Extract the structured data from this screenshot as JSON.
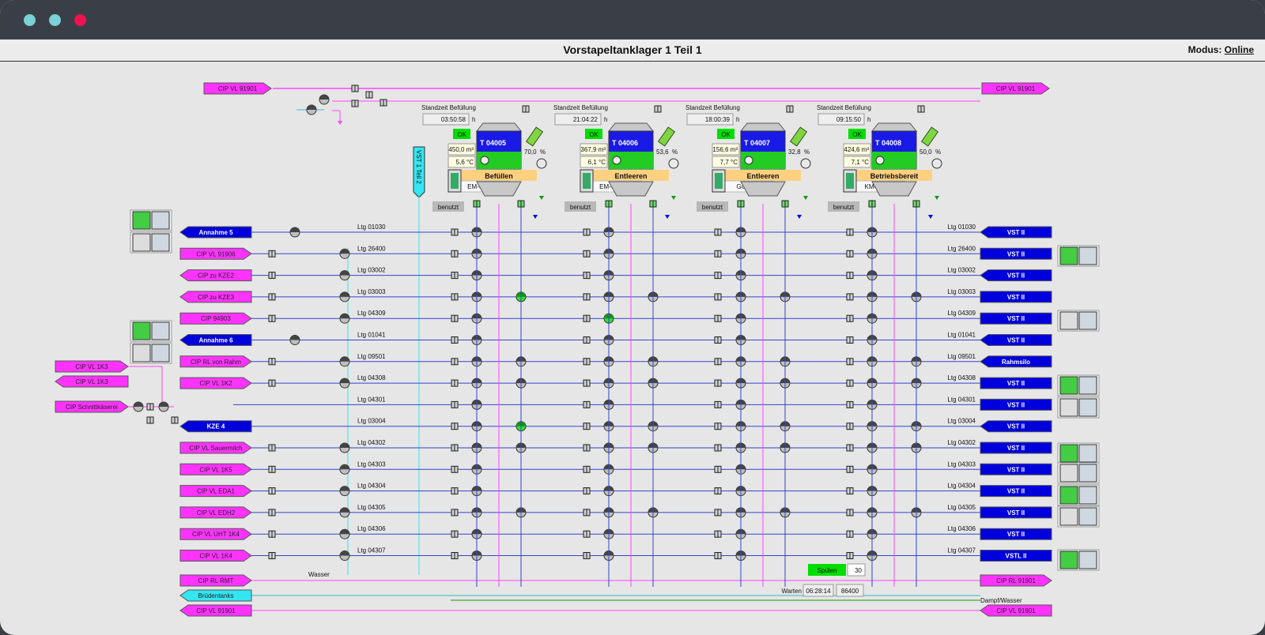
{
  "window": {
    "title": "Vorstapeltanklager 1 Teil 1",
    "mode_label": "Modus:",
    "mode_value": "Online"
  },
  "colors": {
    "cip": "#ff33ff",
    "vst": "#0000dd",
    "line_blue": "#3344cc",
    "line_pink": "#ff44ff",
    "ok": "#00dd00",
    "tank_blue": "#1a1ae6",
    "status": "#ffd080"
  },
  "top_headers": [
    {
      "label": "CIP VL 91901",
      "color": "pink",
      "dir": "right"
    },
    {
      "label": "CIP VL 91901",
      "color": "pink",
      "dir": "right"
    }
  ],
  "vertical_label": "VST 1 Teil 2",
  "tanks": [
    {
      "name": "T 04005",
      "standzeit_label": "Standzeit Befüllung",
      "standzeit": "03:50:58",
      "unit_h": "h",
      "ok": "OK",
      "volume": "450,0 m³",
      "temp": "5,6 °C",
      "level": "70,0",
      "percent": "%",
      "status": "Befüllen",
      "product": "EM-GVO frei",
      "used": "benutzt"
    },
    {
      "name": "T 04006",
      "standzeit_label": "Standzeit Befüllung",
      "standzeit": "21:04:22",
      "unit_h": "h",
      "ok": "OK",
      "volume": "367,9 m³",
      "temp": "6,1 °C",
      "level": "53,6",
      "percent": "%",
      "status": "Entleeren",
      "product": "EM-GVO frei",
      "used": "benutzt"
    },
    {
      "name": "T 04007",
      "standzeit_label": "Standzeit Befüllung",
      "standzeit": "18:00:39",
      "unit_h": "h",
      "ok": "OK",
      "volume": "156,6 m³",
      "temp": "7,7 °C",
      "level": "32,8",
      "percent": "%",
      "status": "Entleeren",
      "product": "Gouda30",
      "used": "benutzt"
    },
    {
      "name": "T 04008",
      "standzeit_label": "Standzeit Befüllung",
      "standzeit": "09:15:50",
      "unit_h": "h",
      "ok": "OK",
      "volume": "424,6 m³",
      "temp": "7,1 °C",
      "level": "50,0",
      "percent": "%",
      "status": "Betriebsbereit",
      "product": "KM40 mMo",
      "used": "benutzt"
    }
  ],
  "rows": [
    {
      "ltg": "Ltg 01030",
      "left": "Annahme 5",
      "lc": "blue",
      "ldir": "left",
      "right": "VST II",
      "rc": "blue",
      "rdir": "left"
    },
    {
      "ltg": "Ltg 26400",
      "left": "CIP VL 91906",
      "lc": "pink",
      "ldir": "right",
      "right": "VST II",
      "rc": "blue",
      "rdir": "none"
    },
    {
      "ltg": "Ltg 03002",
      "left": "CIP zu KZE2",
      "lc": "pink",
      "ldir": "left",
      "right": "VST II",
      "rc": "blue",
      "rdir": "left"
    },
    {
      "ltg": "Ltg 03003",
      "left": "CIP zu KZE3",
      "lc": "pink",
      "ldir": "left",
      "right": "VST II",
      "rc": "blue",
      "rdir": "none"
    },
    {
      "ltg": "Ltg 04309",
      "left": "CIP 94903",
      "lc": "pink",
      "ldir": "right",
      "right": "VST II",
      "rc": "blue",
      "rdir": "none"
    },
    {
      "ltg": "Ltg 01041",
      "left": "Annahme 6",
      "lc": "blue",
      "ldir": "left",
      "right": "VST II",
      "rc": "blue",
      "rdir": "left"
    },
    {
      "ltg": "Ltg 09501",
      "left": "CIP RL von Rahm",
      "lc": "pink",
      "ldir": "right",
      "right": "Rahmsilo",
      "rc": "blue",
      "rdir": "left"
    },
    {
      "ltg": "Ltg 04308",
      "left": "CIP VL 1K2",
      "lc": "pink",
      "ldir": "right",
      "right": "VST II",
      "rc": "blue",
      "rdir": "none"
    },
    {
      "ltg": "Ltg 04301",
      "left": "",
      "lc": "none",
      "ldir": "none",
      "right": "VST II",
      "rc": "blue",
      "rdir": "none"
    },
    {
      "ltg": "Ltg 03004",
      "left": "KZE 4",
      "lc": "blue",
      "ldir": "left",
      "right": "VST II",
      "rc": "blue",
      "rdir": "left"
    },
    {
      "ltg": "Ltg 04302",
      "left": "CIP VL Sauermilch",
      "lc": "pink",
      "ldir": "right",
      "right": "VST II",
      "rc": "blue",
      "rdir": "none"
    },
    {
      "ltg": "Ltg 04303",
      "left": "CIP VL 1K5",
      "lc": "pink",
      "ldir": "right",
      "right": "VST II",
      "rc": "blue",
      "rdir": "none"
    },
    {
      "ltg": "Ltg 04304",
      "left": "CIP VL EDA1",
      "lc": "pink",
      "ldir": "right",
      "right": "VST II",
      "rc": "blue",
      "rdir": "none"
    },
    {
      "ltg": "Ltg 04305",
      "left": "CIP VL EDH2",
      "lc": "pink",
      "ldir": "right",
      "right": "VST II",
      "rc": "blue",
      "rdir": "none"
    },
    {
      "ltg": "Ltg 04306",
      "left": "CIP VL UHT 1K4",
      "lc": "pink",
      "ldir": "right",
      "right": "VST II",
      "rc": "blue",
      "rdir": "none"
    },
    {
      "ltg": "Ltg 04307",
      "left": "CIP VL 1K4",
      "lc": "pink",
      "ldir": "right",
      "right": "VSTL II",
      "rc": "blue",
      "rdir": "none"
    }
  ],
  "bottom_rows": [
    {
      "left": "CIP RL RMT",
      "lc": "pink",
      "ldir": "right",
      "right": "CIP RL 91901",
      "rc": "pink",
      "rdir": "right"
    },
    {
      "left": "Brüdentanks",
      "lc": "cyan",
      "ldir": "left",
      "right": "",
      "rc": "none",
      "rdir": "none"
    },
    {
      "left": "CIP VL 91901",
      "lc": "pink",
      "ldir": "left",
      "right": "CIP VL 91901",
      "rc": "pink",
      "rdir": "left"
    }
  ],
  "far_left": [
    {
      "label": "CIP VL 1K3",
      "dir": "right"
    },
    {
      "label": "CIP VL 1K3",
      "dir": "left"
    },
    {
      "label": "CIP Schnittkäserei",
      "dir": "right"
    }
  ],
  "misc": {
    "wasser": "Wasser",
    "dampf": "Dampf/Wasser",
    "spuelen": "Spülen",
    "spuelen_val": "30",
    "warten": "Warten",
    "warten_time": "06:28:14",
    "warten_val": "86400"
  }
}
